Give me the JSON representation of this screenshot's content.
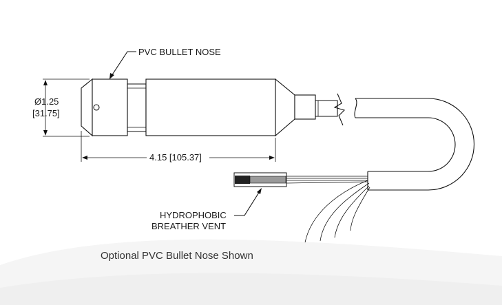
{
  "labels": {
    "bullet_nose": "PVC BULLET NOSE",
    "diameter_in": "Ø1.25",
    "diameter_mm": "[31.75]",
    "length": "4.15 [105.37]",
    "vent_line1": "HYDROPHOBIC",
    "vent_line2": "BREATHER VENT"
  },
  "caption": "Optional PVC Bullet Nose Shown"
}
